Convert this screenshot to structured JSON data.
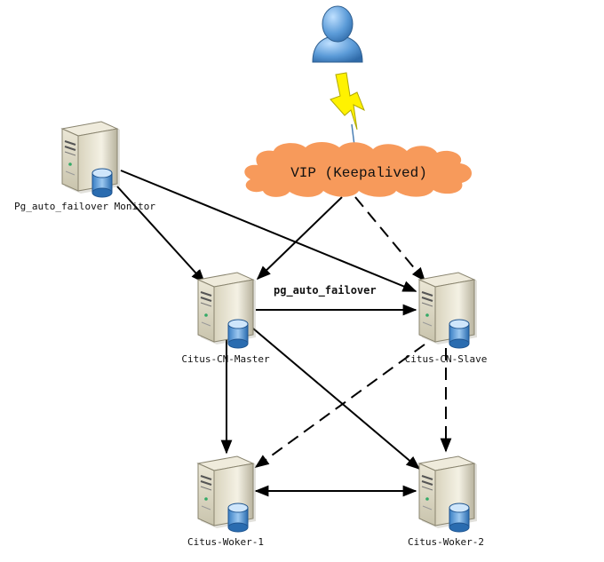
{
  "vip": {
    "label": "VIP (Keepalived)"
  },
  "servers": {
    "monitor": {
      "label": "Pg_auto_failover Monitor"
    },
    "cn_master": {
      "label": "Citus-CN-Master"
    },
    "cn_slave": {
      "label": "Citus-CN-Slave"
    },
    "worker1": {
      "label": "Citus-Woker-1"
    },
    "worker2": {
      "label": "Citus-Woker-2"
    }
  },
  "edges": {
    "replication_label": "pg_auto_failover"
  },
  "colors": {
    "cloud": "#F79A5B",
    "lightning": "#FFF200",
    "user": "#4F8FCF",
    "line": "#000000"
  },
  "icons": {
    "user": "user-icon",
    "lightning": "lightning-icon",
    "server": "server-icon",
    "database": "database-icon"
  }
}
